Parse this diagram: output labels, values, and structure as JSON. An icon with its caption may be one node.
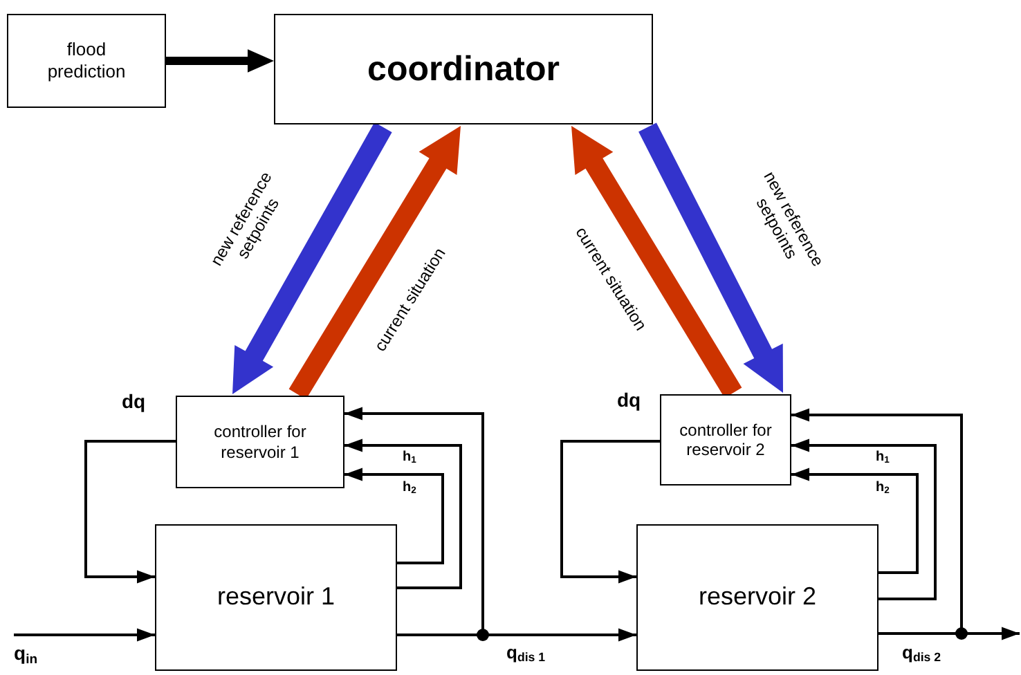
{
  "diagram": {
    "nodes": [
      {
        "text": [
          "flood prediction"
        ]
      },
      {
        "text": [
          "coordinator"
        ]
      },
      {
        "text": [
          "controller for reservoir 1"
        ]
      },
      {
        "text": [
          "reservoir 1"
        ]
      },
      {
        "text": [
          "controller for reservoir 2"
        ]
      },
      {
        "text": [
          "reservoir 2"
        ]
      }
    ],
    "edges": [
      {
        "from": 0,
        "to": 1,
        "arrow": "to",
        "style": "thick"
      },
      {
        "from": 1,
        "to": 2,
        "arrow": "to",
        "style": "thick",
        "color": "#3333cc",
        "label": "new reference setpoints"
      },
      {
        "from": 2,
        "to": 1,
        "arrow": "to",
        "style": "thick",
        "color": "#cc3300",
        "label": "current situation"
      },
      {
        "from": 4,
        "to": 1,
        "arrow": "to",
        "style": "thick",
        "color": "#cc3300",
        "label": "current situation"
      },
      {
        "from": 1,
        "to": 4,
        "arrow": "to",
        "style": "thick",
        "color": "#3333cc",
        "label": "new reference setpoints"
      },
      {
        "from": 2,
        "to": 3,
        "arrow": "to",
        "label": "dq"
      },
      {
        "from": null,
        "to": 3,
        "arrow": "to",
        "label": "q$_{in}$"
      },
      {
        "from": 3,
        "to": 2,
        "arrow": "to",
        "label": "h$_{1}$"
      },
      {
        "from": 3,
        "to": 2,
        "arrow": "to",
        "label": "h$_{2}$"
      },
      {
        "from": 3,
        "to": 5,
        "arrow": "to",
        "label": "q$_{dis 1}$"
      },
      {
        "from": 3,
        "to": 2,
        "arrow": "to"
      },
      {
        "from": 4,
        "to": 5,
        "arrow": "to",
        "label": "dq"
      },
      {
        "from": 5,
        "to": 4,
        "arrow": "to",
        "label": "h$_{1}$"
      },
      {
        "from": 5,
        "to": 4,
        "arrow": "to",
        "label": "h$_{2}$"
      },
      {
        "from": 5,
        "to": null,
        "arrow": "to",
        "label": "q$_{dis 2}$"
      },
      {
        "from": 5,
        "to": 4,
        "arrow": "to"
      }
    ]
  }
}
